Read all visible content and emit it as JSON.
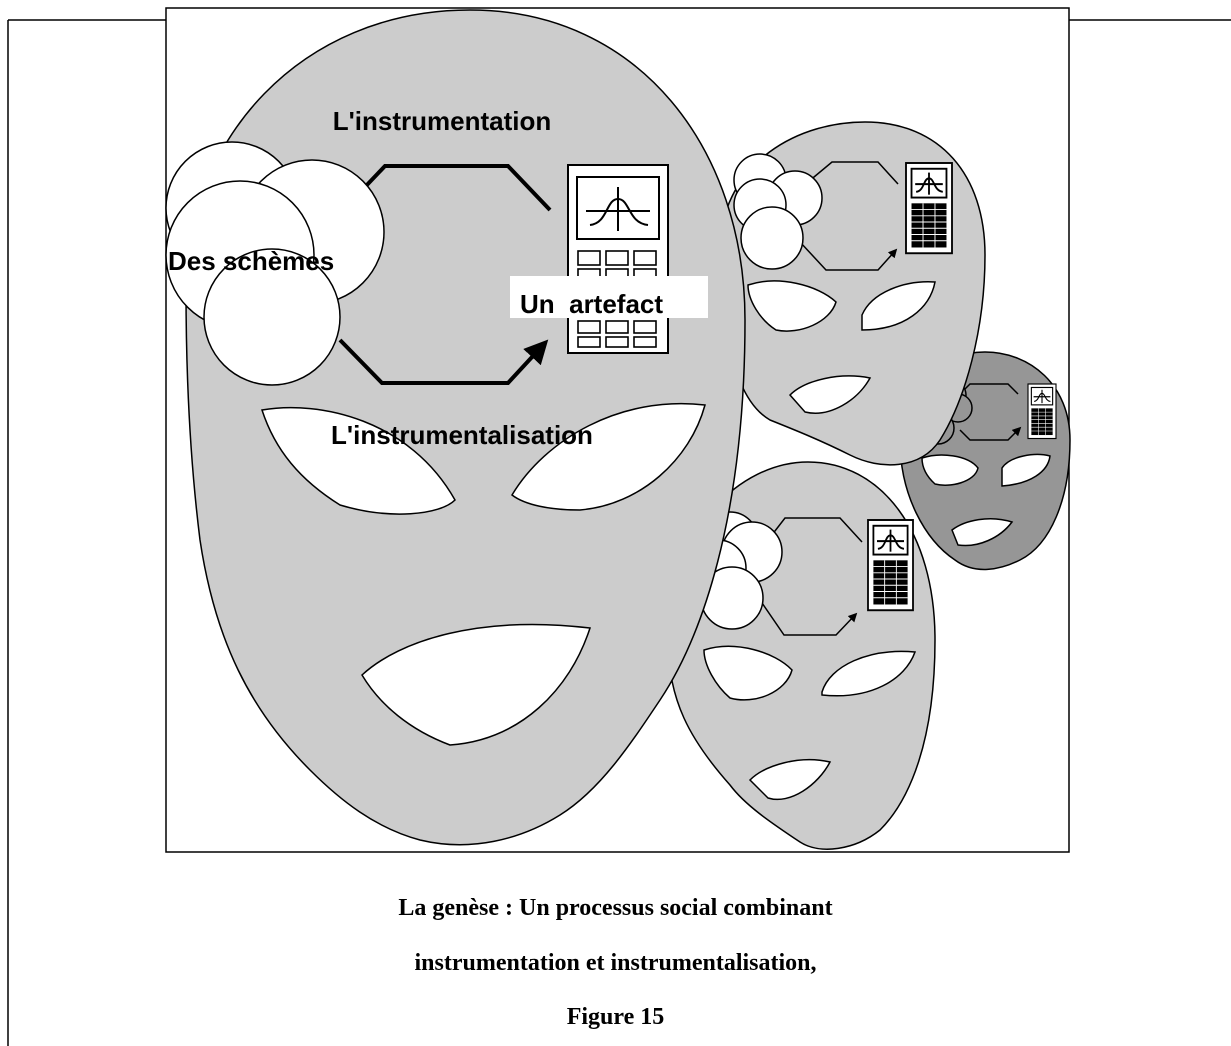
{
  "diagram": {
    "labels": {
      "instrumentation": "L'instrumentation",
      "instrumentalisation": "L'instrumentalisation",
      "schemes": "Des schèmes",
      "artefact": "Un  artefact"
    }
  },
  "caption": {
    "line1": "La genèse : Un processus social combinant",
    "line2": "instrumentation et instrumentalisation,",
    "line3": "Figure 15"
  },
  "colors": {
    "mask_light": "#cccccc",
    "mask_dark": "#969696",
    "stroke": "#000000",
    "background": "#ffffff"
  }
}
